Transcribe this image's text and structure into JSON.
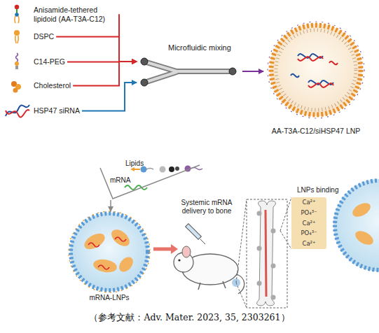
{
  "diagram": {
    "caption": "（参考文献：Adv. Mater. 2023, 35, 2303261）",
    "nodes": [
      {
        "text": [
          "Anisamide-tethered lipidoid (AA-T3A-C12)"
        ]
      },
      {
        "text": [
          "DSPC"
        ]
      },
      {
        "text": [
          "C14-PEG"
        ]
      },
      {
        "text": [
          "Cholesterol"
        ]
      },
      {
        "text": [
          "HSP47 siRNA"
        ]
      },
      {
        "text": [
          "Microfluidic mixing"
        ]
      },
      {
        "text": [
          "AA-T3A-C12/siHSP47 LNP"
        ]
      },
      {
        "text": [
          "Lipids",
          "mRNA"
        ]
      },
      {
        "text": [
          "mRNA-LNPs"
        ]
      },
      {
        "text": [
          "LNPs binding",
          "Ca²⁺",
          "PO₄³⁻",
          "Ca²⁺",
          "PO₄³⁻",
          "Ca²⁺"
        ]
      }
    ],
    "edges": [
      {
        "from": 0,
        "to": 5,
        "arrow": "to"
      },
      {
        "from": 1,
        "to": 5,
        "arrow": "to"
      },
      {
        "from": 2,
        "to": 5,
        "arrow": "to"
      },
      {
        "from": 3,
        "to": 5,
        "arrow": "to"
      },
      {
        "from": 4,
        "to": 5,
        "arrow": "to"
      },
      {
        "from": 5,
        "to": 6,
        "arrow": "to"
      },
      {
        "from": 7,
        "to": 8,
        "arrow": "to"
      }
    ],
    "labels": [
      "Systemic mRNA delivery to bone"
    ]
  }
}
